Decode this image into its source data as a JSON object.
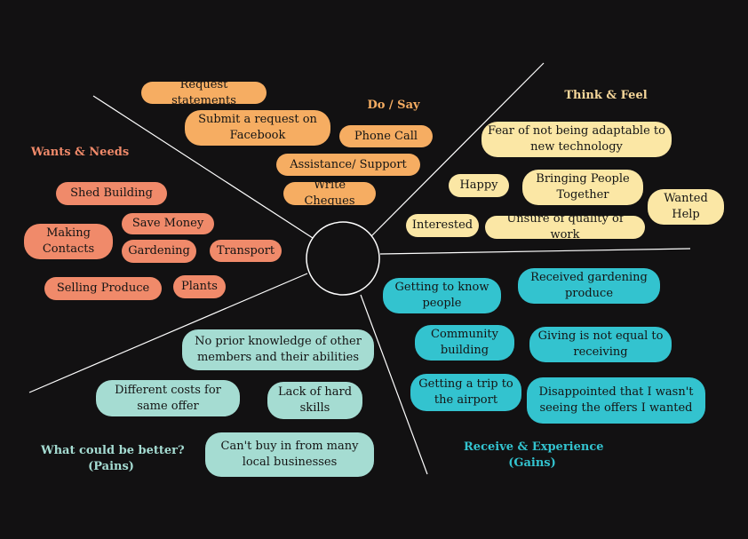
{
  "sections": {
    "do_say": {
      "title": "Do / Say",
      "color": "#f6ad62"
    },
    "think_feel": {
      "title": "Think & Feel",
      "color": "#f6d79a"
    },
    "wants_needs": {
      "title": "Wants & Needs",
      "color": "#f08a6a"
    },
    "pains": {
      "title_line1": "What could be better?",
      "title_line2": "(Pains)",
      "color": "#a5dcd2"
    },
    "gains": {
      "title_line1": "Receive & Experience",
      "title_line2": "(Gains)",
      "color": "#33c3cf"
    }
  },
  "notes": {
    "do_say": [
      "Request statements",
      "Submit a request on Facebook",
      "Phone Call",
      "Assistance/ Support",
      "Write Cheques"
    ],
    "think_feel": [
      "Fear of not being adaptable to new technology",
      "Happy",
      "Bringing People Together",
      "Wanted Help",
      "Interested",
      "Unsure of quality of work"
    ],
    "wants_needs": [
      "Shed Building",
      "Save Money",
      "Making Contacts",
      "Gardening",
      "Transport",
      "Selling Produce",
      "Plants"
    ],
    "gains": [
      "Getting to know people",
      "Received gardening produce",
      "Community building",
      "Giving is not equal to receiving",
      "Getting a trip to the airport",
      "Disappointed that I wasn't seeing the offers I wanted"
    ],
    "pains": [
      "No prior knowledge of other members and their abilities",
      "Different costs for same offer",
      "Lack of hard skills",
      "Can't buy in from many local businesses"
    ]
  }
}
